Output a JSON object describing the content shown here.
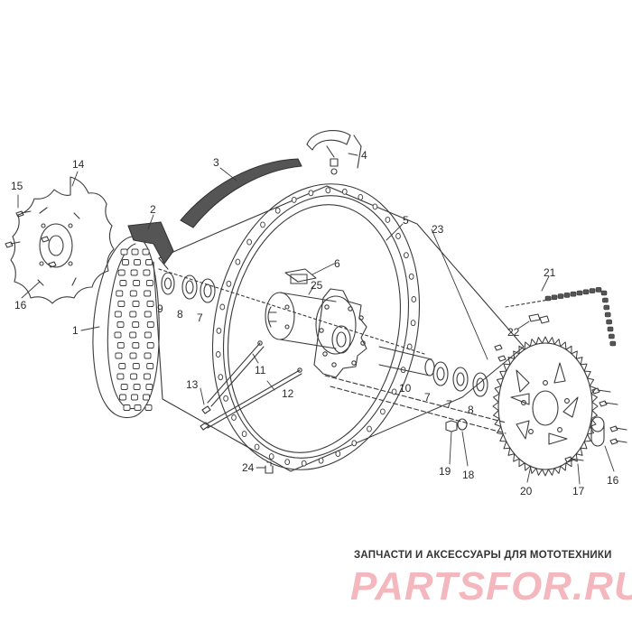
{
  "callouts": [
    {
      "id": "c1",
      "label": "1"
    },
    {
      "id": "c2",
      "label": "2"
    },
    {
      "id": "c3",
      "label": "3"
    },
    {
      "id": "c4",
      "label": "4"
    },
    {
      "id": "c5",
      "label": "5"
    },
    {
      "id": "c6",
      "label": "6"
    },
    {
      "id": "c7a",
      "label": "7"
    },
    {
      "id": "c7b",
      "label": "7"
    },
    {
      "id": "c7c",
      "label": "7"
    },
    {
      "id": "c8a",
      "label": "8"
    },
    {
      "id": "c8b",
      "label": "8"
    },
    {
      "id": "c9",
      "label": "9"
    },
    {
      "id": "c10",
      "label": "10"
    },
    {
      "id": "c11",
      "label": "11"
    },
    {
      "id": "c12",
      "label": "12"
    },
    {
      "id": "c13",
      "label": "13"
    },
    {
      "id": "c14",
      "label": "14"
    },
    {
      "id": "c15",
      "label": "15"
    },
    {
      "id": "c16a",
      "label": "16"
    },
    {
      "id": "c16b",
      "label": "16"
    },
    {
      "id": "c17",
      "label": "17"
    },
    {
      "id": "c18",
      "label": "18"
    },
    {
      "id": "c19",
      "label": "19"
    },
    {
      "id": "c20",
      "label": "20"
    },
    {
      "id": "c21",
      "label": "21"
    },
    {
      "id": "c22",
      "label": "22"
    },
    {
      "id": "c23",
      "label": "23"
    },
    {
      "id": "c24",
      "label": "24"
    },
    {
      "id": "c25",
      "label": "25"
    }
  ],
  "watermark": {
    "caption": "ЗАПЧАСТИ И АКСЕССУАРЫ ДЛЯ МОТОТЕХНИКИ",
    "logo_left": "PARTS",
    "logo_right": "FOR.RU",
    "logo_color": "#f3b7bd"
  },
  "colors": {
    "line": "#3a3a3a",
    "text": "#2b2b2b"
  }
}
